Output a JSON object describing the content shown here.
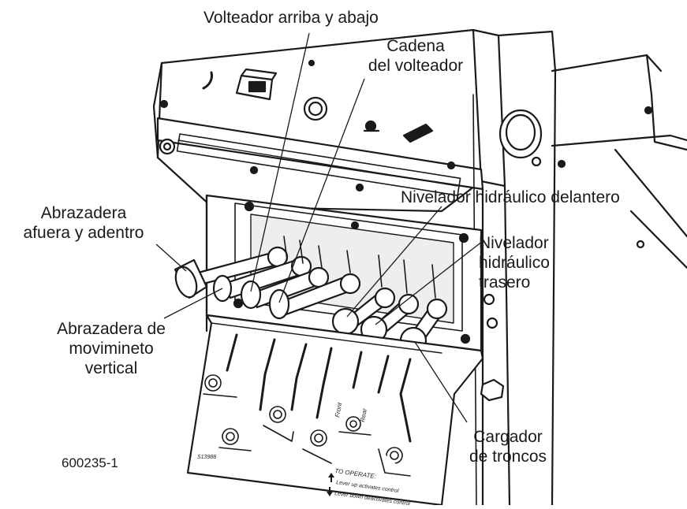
{
  "labels": {
    "volteador_arriba": "Volteador arriba y abajo",
    "cadena_l1": "Cadena",
    "cadena_l2": "del volteador",
    "abrazadera_l1": "Abrazadera",
    "abrazadera_l2": "afuera y adentro",
    "nivelador_delantero": "Nivelador hidráulico delantero",
    "nivelador_trasero_l1": "Nivelador",
    "nivelador_trasero_l2": "hidráulico",
    "nivelador_trasero_l3": "trasero",
    "abrazadera_vertical_l1": "Abrazadera de",
    "abrazadera_vertical_l2": "movimineto",
    "abrazadera_vertical_l3": "vertical",
    "cargador_l1": "Cargador",
    "cargador_l2": "de troncos"
  },
  "figure_number": "600235-1",
  "decal": {
    "part_code": "S13988",
    "front_label": "Front",
    "rear_label": "Rear",
    "to_operate": "TO OPERATE:",
    "lever_up": "Lever up activates control",
    "lever_down": "Lever down deactivates control"
  },
  "colors": {
    "line": "#1a1a1a",
    "fill": "#ffffff",
    "shade": "#d9d9d9"
  }
}
